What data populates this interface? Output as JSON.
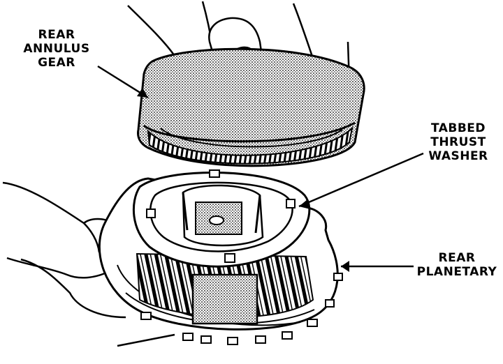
{
  "labels": {
    "rear_annulus_gear": [
      "REAR",
      "ANNULUS",
      "GEAR"
    ],
    "tabbed_thrust_washer": [
      "TABBED",
      "THRUST",
      "WASHER"
    ],
    "rear_planetary": [
      "REAR",
      "PLANETARY"
    ]
  },
  "colors": {
    "ink": "#000000",
    "paper": "#ffffff",
    "shade": "#9a9a9a"
  }
}
